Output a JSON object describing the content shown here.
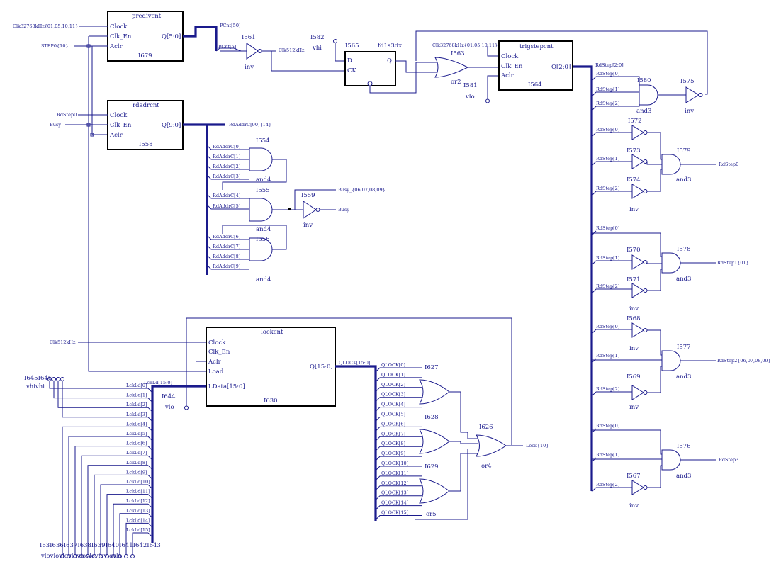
{
  "blocks": {
    "predivcnt": {
      "title": "predivcnt",
      "inst": "I679",
      "pins": [
        "Clock",
        "Clk_En",
        "Aclr"
      ],
      "out": "Q[5:0]"
    },
    "rdadrcnt": {
      "title": "rdadrcnt",
      "inst": "I558",
      "pins": [
        "Clock",
        "Clk_En",
        "Aclr"
      ],
      "out": "Q[9:0]"
    },
    "lockcnt": {
      "title": "lockcnt",
      "inst": "I630",
      "pins": [
        "Clock",
        "Clk_En",
        "Aclr",
        "Load",
        "LData[15:0]"
      ],
      "out": "Q[15:0]"
    },
    "trigstepcnt": {
      "title": "trigstepcnt",
      "inst": "I564",
      "pins": [
        "Clock",
        "Clk_En",
        "Aclr"
      ],
      "out": "Q[2:0]"
    },
    "fd1s3dx": {
      "title": "fd1s3dx",
      "inst": "I565",
      "pins": [
        "D",
        "CK"
      ],
      "out": "Q"
    }
  },
  "nets": {
    "clk32768": "Clk32768kHz{01,05,10,11}",
    "clk32768_b": "Clk32768kHz{01,05,10,11}",
    "step0": "STEP0{10}",
    "pcnt": "PCnt[50]",
    "pcnt5": "PCnt[5]",
    "clk512": "Clk512kHz",
    "clk512_b": "Clk512kHz",
    "rdstep0_in": "RdStep0",
    "busy_in": "Busy",
    "rdaddrc": "RdAddrC[90]{14}",
    "busy_out": "Busy_{06,07,08,09}",
    "busy": "Busy",
    "rdstep20": "RdStep[2:0]",
    "qlock": "QLOCK[15:0]",
    "lckld": "LckLd[15:0]",
    "lock": "Lock{10}",
    "rdstep0_out": "RdStep0",
    "rdstep1_out": "RdStep1{01}",
    "rdstep2_out": "RdStep2{06,07,08,09}",
    "rdstep3_out": "RdStep3"
  },
  "instances": {
    "i561": "I561",
    "inv": "inv",
    "i582": "I582",
    "vhi": "vhi",
    "i563": "I563",
    "or2": "or2",
    "i581": "I581",
    "vlo": "vlo",
    "i554": "I554",
    "i555": "I555",
    "i556": "I556",
    "and4": "and4",
    "i559": "I559",
    "i580": "I580",
    "and3": "and3",
    "i575": "I575",
    "i572": "I572",
    "i573": "I573",
    "i574": "I574",
    "i579": "I579",
    "i570": "I570",
    "i571": "I571",
    "i578": "I578",
    "i568": "I568",
    "i577": "I577",
    "i569": "I569",
    "i576": "I576",
    "i567": "I567",
    "i627": "I627",
    "i628": "I628",
    "i629": "I629",
    "i626": "I626",
    "or4": "or4",
    "or5": "or5",
    "i644": "I644"
  },
  "rdaddr_bits": [
    "RdAddrC[0]",
    "RdAddrC[1]",
    "RdAddrC[2]",
    "RdAddrC[3]",
    "RdAddrC[4]",
    "RdAddrC[5]",
    "RdAddrC[6]",
    "RdAddrC[7]",
    "RdAddrC[8]",
    "RdAddrC[9]"
  ],
  "qlock_bits": [
    "QLOCK[0]",
    "QLOCK[1]",
    "QLOCK[2]",
    "QLOCK[3]",
    "QLOCK[4]",
    "QLOCK[5]",
    "QLOCK[6]",
    "QLOCK[7]",
    "QLOCK[8]",
    "QLOCK[9]",
    "QLOCK[10]",
    "QLOCK[11]",
    "QLOCK[12]",
    "QLOCK[13]",
    "QLOCK[14]",
    "QLOCK[15]"
  ],
  "lckld_bits": [
    "LckLd[0]",
    "LckLd[1]",
    "LckLd[2]",
    "LckLd[3]",
    "LckLd[4]",
    "LckLd[5]",
    "LckLd[6]",
    "LckLd[7]",
    "LckLd[8]",
    "LckLd[9]",
    "LckLd[10]",
    "LckLd[11]",
    "LckLd[12]",
    "LckLd[13]",
    "LckLd[14]",
    "LckLd[15]"
  ],
  "rdstep_taps": [
    "RdStep[0]",
    "RdStep[1]",
    "RdStep[2]",
    "RdStep[0]",
    "RdStep[1]",
    "RdStep[2]",
    "RdStep[0]",
    "RdStep[1]",
    "RdStep[2]",
    "RdStep[0]",
    "RdStep[1]",
    "RdStep[2]",
    "RdStep[0]",
    "RdStep[1]",
    "RdStep[2]"
  ],
  "pwr_left": {
    "inst": "I645I646",
    "val": "vhivhi"
  },
  "pwr_bottom": {
    "inst": "I63I636I637I638I639I640I641I642I643",
    "val": "vlovlovlovlovlovlovlovlovlo"
  }
}
